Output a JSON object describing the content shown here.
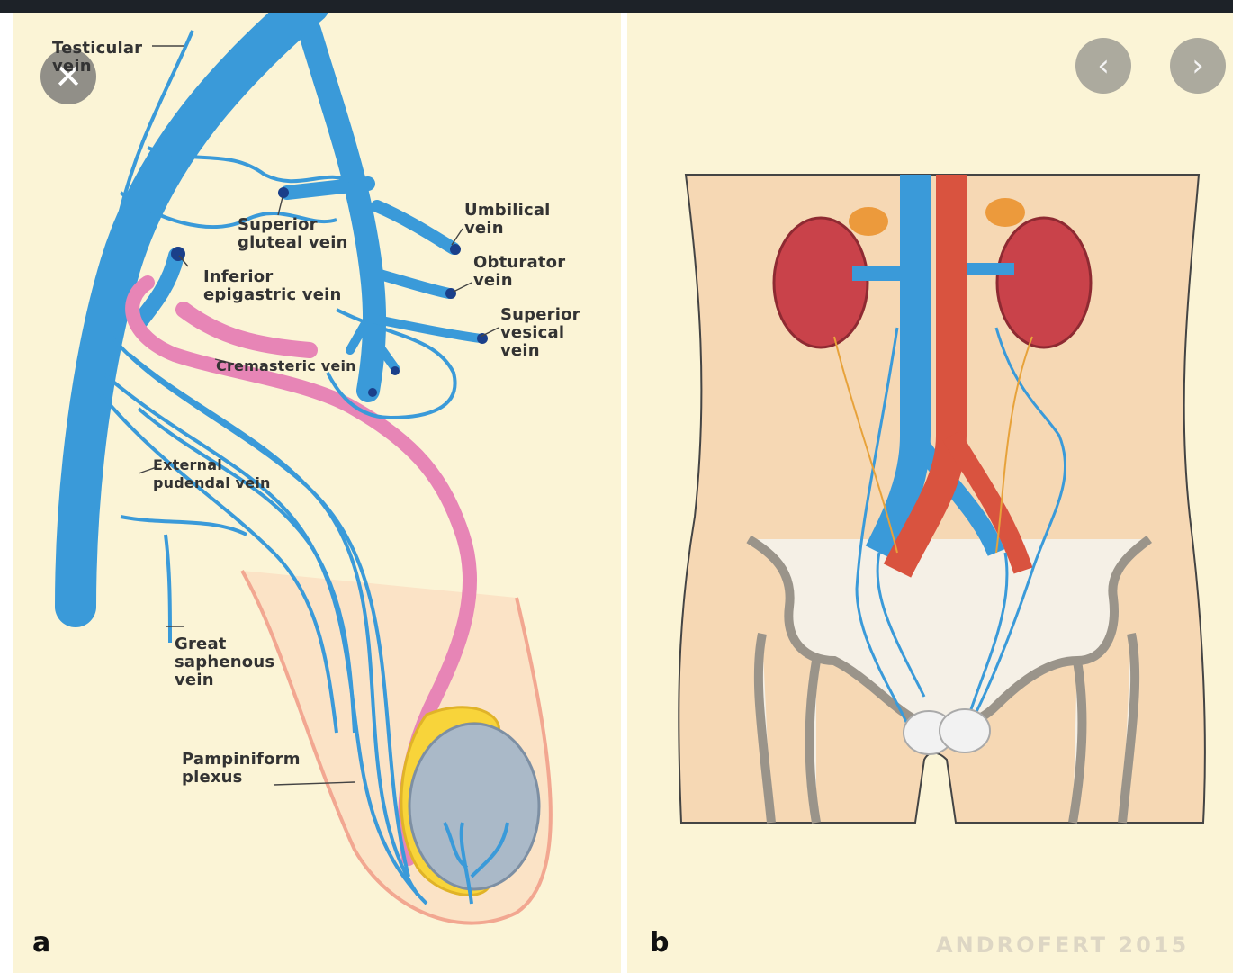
{
  "viewer": {
    "close_icon": "close-icon",
    "prev_icon": "chevron-left-icon",
    "next_icon": "chevron-right-icon",
    "close_glyph": "✕",
    "prev_glyph": "‹",
    "next_glyph": "›"
  },
  "panel_a": {
    "letter": "a",
    "labels": {
      "testicular": "Testicular\nvein",
      "superior_gluteal": "Superior\ngluteal vein",
      "umbilical": "Umbilical\nvein",
      "obturator": "Obturator\nvein",
      "inferior_epigastric": "Inferior\nepigastric vein",
      "superior_vesical": "Superior\nvesical\nvein",
      "cremasteric": "Cremasteric vein",
      "external_pudendal": "External\npudendal vein",
      "great_saphenous": "Great\nsaphenous\nvein",
      "pampiniform": "Pampiniform\nplexus"
    }
  },
  "panel_b": {
    "letter": "b",
    "credit": "ANDROFERT 2015"
  },
  "colors": {
    "background": "#fbf4d6",
    "vein_blue": "#3a9ad9",
    "vein_dark": "#1f6fb0",
    "artery_pink": "#e785b6",
    "artery_red": "#d9533f",
    "kidney": "#c9424a",
    "body_skin": "#f6d8b4",
    "bone": "#f5f0e6",
    "bone_outline": "#9a948a",
    "epididymis": "#f8d43a",
    "testis": "#aab9c8",
    "scrotum_outline": "#f2a791",
    "adrenal": "#ec9a3c"
  }
}
